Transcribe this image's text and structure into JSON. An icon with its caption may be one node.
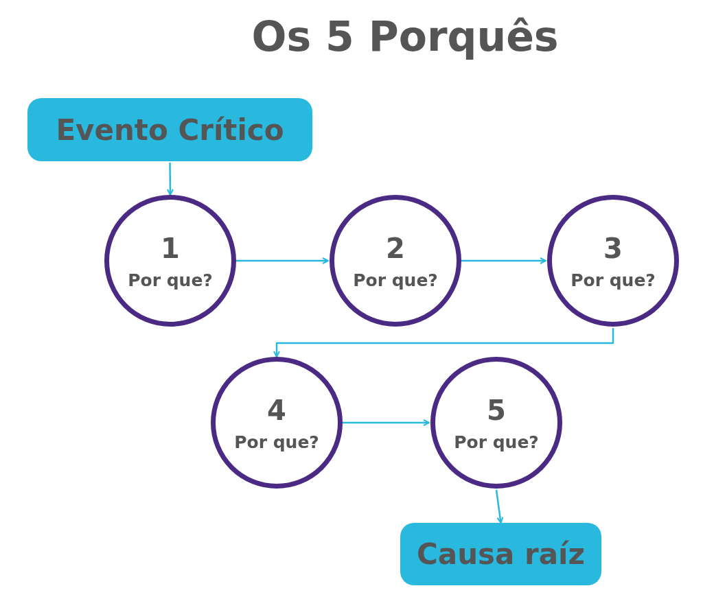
{
  "diagram": {
    "title": "Os 5 Porquês",
    "nodes": [
      {
        "text": [
          "Evento Crítico"
        ]
      },
      {
        "text": [
          "1",
          "Por que?"
        ]
      },
      {
        "text": [
          "2",
          "Por que?"
        ]
      },
      {
        "text": [
          "3",
          "Por que?"
        ]
      },
      {
        "text": [
          "4",
          "Por que?"
        ]
      },
      {
        "text": [
          "5",
          "Por que?"
        ]
      },
      {
        "text": [
          "Causa raíz"
        ]
      }
    ],
    "edges": [
      {
        "from": 0,
        "to": 1,
        "arrow": "to"
      },
      {
        "from": 1,
        "to": 2,
        "arrow": "to"
      },
      {
        "from": 2,
        "to": 3,
        "arrow": "to"
      },
      {
        "from": 3,
        "to": 4,
        "arrow": "to"
      },
      {
        "from": 4,
        "to": 5,
        "arrow": "to"
      },
      {
        "from": 5,
        "to": 6,
        "arrow": "to"
      }
    ]
  }
}
